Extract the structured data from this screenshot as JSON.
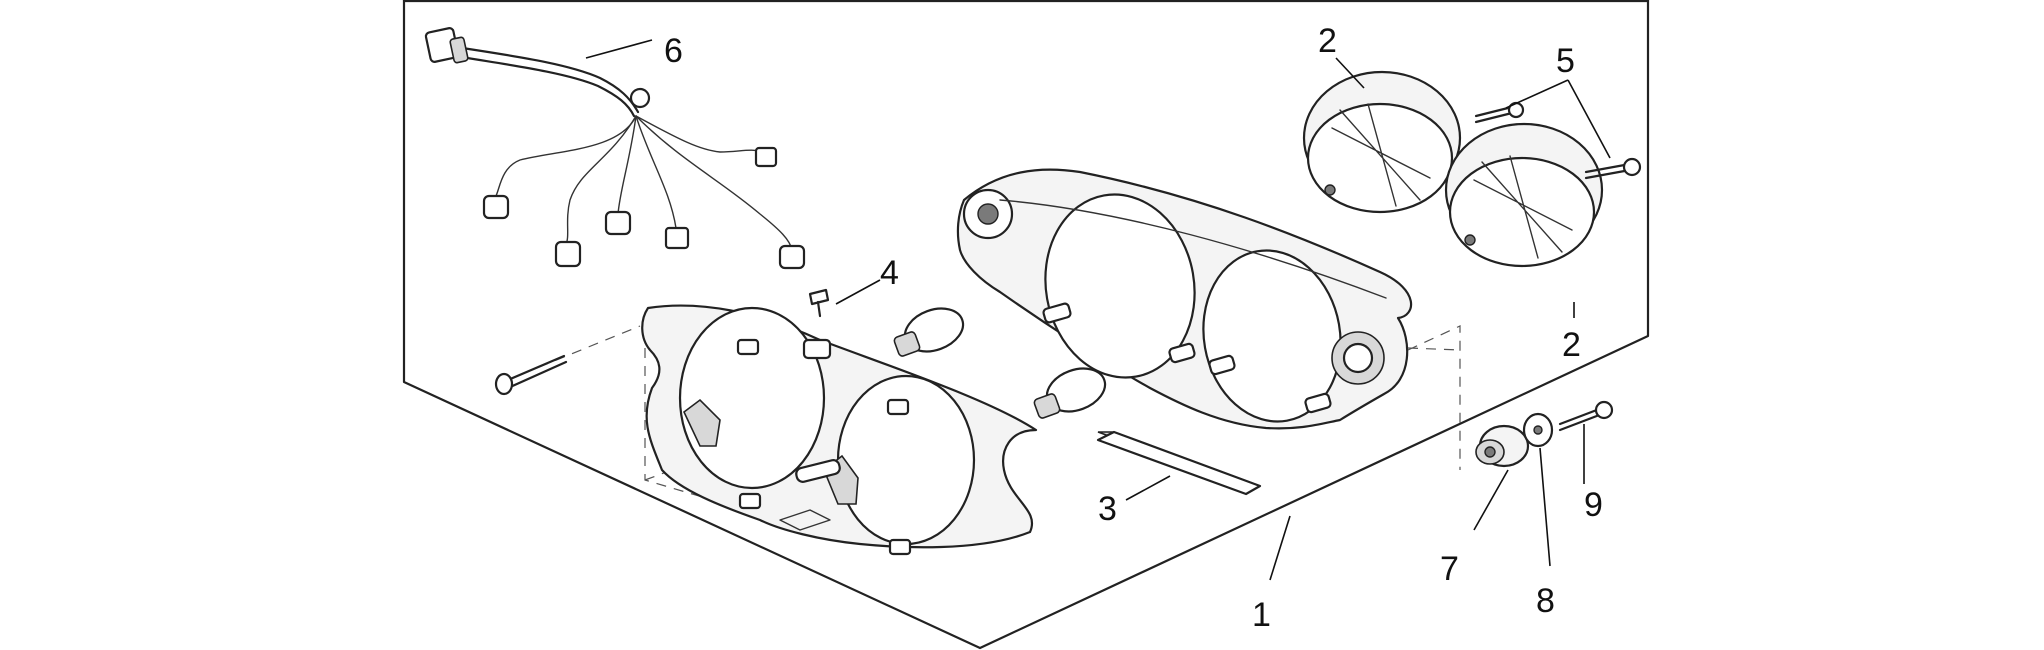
{
  "diagram": {
    "callouts": [
      {
        "id": "c6",
        "label": "6"
      },
      {
        "id": "c2a",
        "label": "2"
      },
      {
        "id": "c5",
        "label": "5"
      },
      {
        "id": "c4",
        "label": "4"
      },
      {
        "id": "c2b",
        "label": "2"
      },
      {
        "id": "c3",
        "label": "3"
      },
      {
        "id": "c9",
        "label": "9"
      },
      {
        "id": "c7",
        "label": "7"
      },
      {
        "id": "c8",
        "label": "8"
      },
      {
        "id": "c1",
        "label": "1"
      }
    ]
  }
}
